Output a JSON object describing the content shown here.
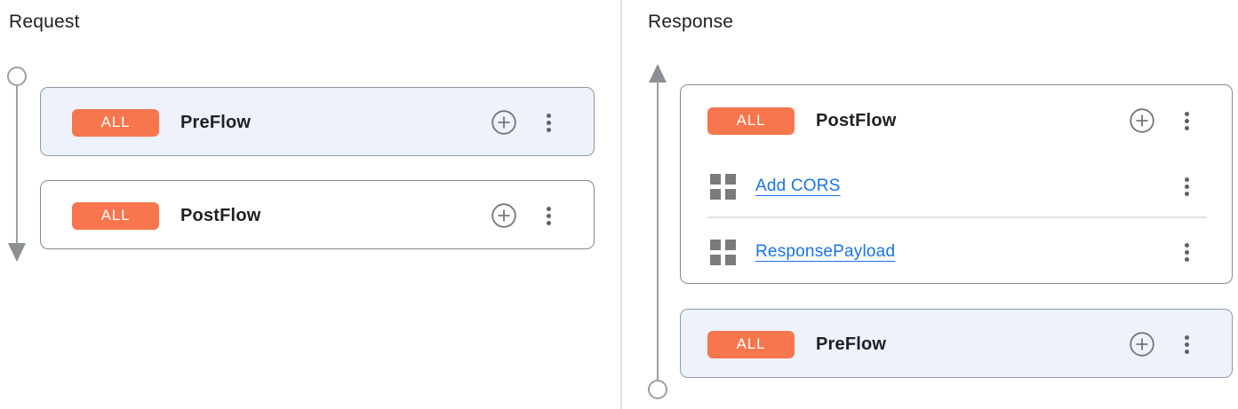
{
  "request_panel": {
    "title": "Request",
    "flows": [
      {
        "condition_label": "ALL",
        "name": "PreFlow"
      },
      {
        "condition_label": "ALL",
        "name": "PostFlow"
      }
    ]
  },
  "response_panel": {
    "title": "Response",
    "flows": [
      {
        "condition_label": "ALL",
        "name": "PostFlow",
        "policies": [
          {
            "name": "Add CORS"
          },
          {
            "name": "ResponsePayload"
          }
        ]
      },
      {
        "condition_label": "ALL",
        "name": "PreFlow"
      }
    ]
  },
  "colors": {
    "condition_badge_bg": "#F7764E",
    "condition_badge_text": "#FFFFFF",
    "policy_link": "#1A73E8",
    "selected_flow_bg": "#EDF2FC",
    "card_border": "#85898F",
    "flow_name_text": "#202124",
    "icon_gray": "#616161",
    "timeline_gray": "#9AA0A6"
  },
  "icons": {
    "add_policy": "plus-circle-icon",
    "flow_menu": "kebab-menu-icon",
    "policy": "grid-icon",
    "request_flow_direction": "arrow-down-icon",
    "response_flow_direction": "arrow-up-icon"
  }
}
